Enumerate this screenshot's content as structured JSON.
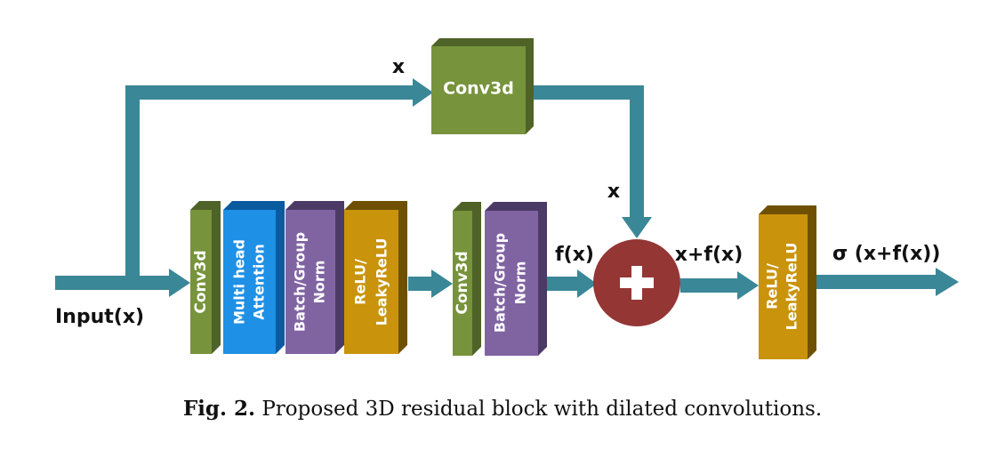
{
  "labels": {
    "input": "Input(x)",
    "x_top": "x",
    "x_mid": "x",
    "fx": "f(x)",
    "xfx": "x+f(x)",
    "out": "σ (x+f(x))"
  },
  "blocks": {
    "top_conv": "Conv3d",
    "b1_conv": "Conv3d",
    "b1_mha_1": "Multi head",
    "b1_mha_2": "Attention",
    "b1_norm_1": "Batch/Group",
    "b1_norm_2": "Norm",
    "b1_relu_1": "ReLU/",
    "b1_relu_2": "LeakyReLU",
    "b2_conv": "Conv3d",
    "b2_norm_1": "Batch/Group",
    "b2_norm_2": "Norm",
    "b3_relu_1": "ReLU/",
    "b3_relu_2": "LeakyReLU",
    "plus": "+"
  },
  "caption": {
    "prefix": "Fig. 2.",
    "text": " Proposed 3D residual block with dilated convolutions."
  },
  "colors": {
    "arrow": "#3a8797",
    "conv": "#77933c",
    "attention": "#1e90e6",
    "norm": "#8064a2",
    "relu": "#c9930b",
    "plus": "#943634"
  }
}
